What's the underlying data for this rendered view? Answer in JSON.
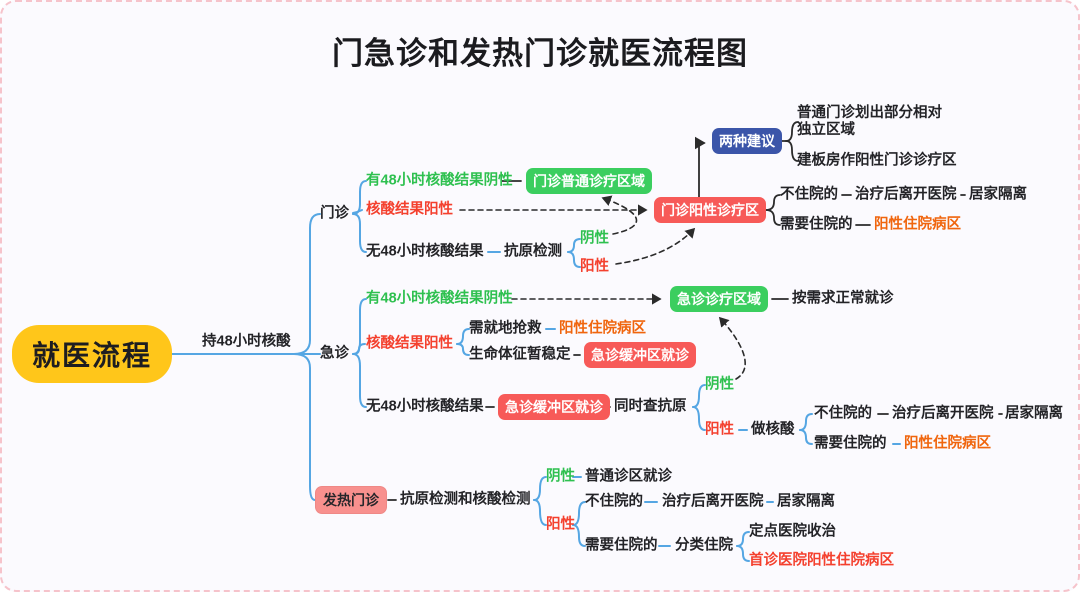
{
  "title": "门急诊和发热门诊就医流程图",
  "root": {
    "label": "就医流程",
    "edge_label": "持48小时核酸"
  },
  "common": {
    "negative": "阴性",
    "positive": "阳性",
    "not_hospitalized": "不住院的",
    "leave_after_treatment": "治疗后离开医院",
    "home_quarantine": "居家隔离",
    "need_hospitalized": "需要住院的",
    "positive_ward": "阳性住院病区"
  },
  "outpatient": {
    "label": "门诊",
    "has_48h_negative": "有48小时核酸结果阴性",
    "normal_area": "门诊普通诊疗区域",
    "nucleic_positive": "核酸结果阳性",
    "positive_area": "门诊阳性诊疗区",
    "no_48h_result": "无48小时核酸结果",
    "antigen_test": "抗原检测",
    "suggestions": {
      "label": "两种建议",
      "item1_line1": "普通门诊划出部分相对",
      "item1_line2": "独立区域",
      "item2": "建板房作阳性门诊诊疗区"
    }
  },
  "emergency": {
    "label": "急诊",
    "has_48h_negative": "有48小时核酸结果阴性",
    "treatment_area": "急诊诊疗区域",
    "normal_visit": "按需求正常就诊",
    "nucleic_positive": "核酸结果阳性",
    "rescue": "需就地抢救",
    "stable": "生命体征暂稳定",
    "buffer_area": "急诊缓冲区就诊",
    "no_48h_result": "无48小时核酸结果",
    "check_antigen": "同时查抗原",
    "do_nucleic": "做核酸"
  },
  "fever": {
    "label": "发热门诊",
    "tests": "抗原检测和核酸检测",
    "normal_clinic": "普通诊区就诊",
    "classified": "分类住院",
    "designated": "定点医院收治",
    "first_visit_ward": "首诊医院阳性住院病区"
  },
  "colors": {
    "green_box": "#3BCE5F",
    "red_box": "#F75A58",
    "blue_box": "#3B55A9",
    "pink_box": "#F8908E",
    "yellow_box": "#FFC61A",
    "green_text": "#2EC04F",
    "red_text": "#F4402E",
    "orange_text": "#F0650D",
    "edge_blue": "#55A6E3",
    "border_pink": "#F6C3CB",
    "canvas_bg": "#FBFAFE"
  }
}
